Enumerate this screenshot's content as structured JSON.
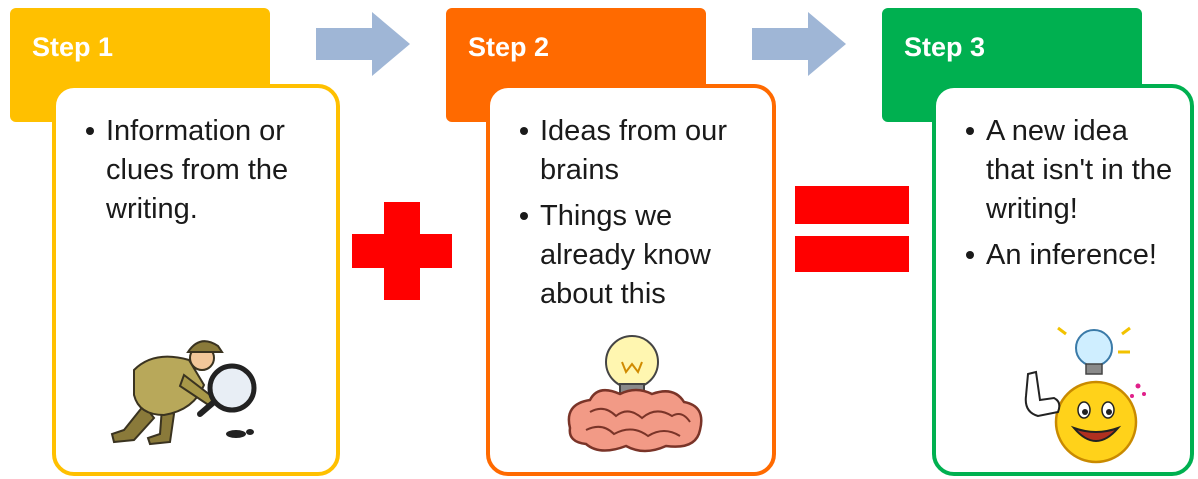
{
  "colors": {
    "step1": "#ffc000",
    "step2": "#ff6a00",
    "step3": "#00b050",
    "arrow": "#9fb6d6",
    "operator": "#ff0000"
  },
  "steps": [
    {
      "label": "Step 1",
      "bullets": [
        "Information or clues from the writing."
      ],
      "image_icon": "detective-magnifying-glass-icon"
    },
    {
      "label": "Step 2",
      "bullets": [
        "Ideas from our brains",
        "Things we already know about this"
      ],
      "image_icon": "lightbulb-brain-icon"
    },
    {
      "label": "Step 3",
      "bullets": [
        "A new idea that isn't in the writing!",
        "An inference!"
      ],
      "image_icon": "smiley-lightbulb-icon"
    }
  ],
  "operators": [
    "plus-icon",
    "equals-icon"
  ],
  "arrows": [
    "right-arrow-icon",
    "right-arrow-icon"
  ]
}
